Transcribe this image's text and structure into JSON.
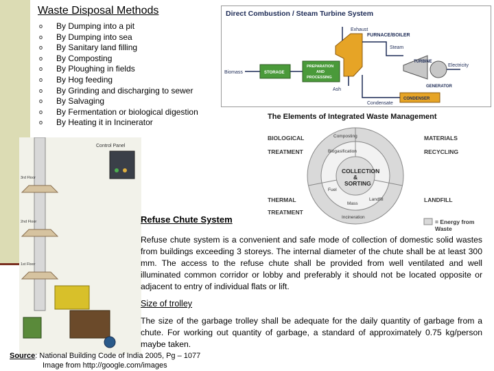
{
  "title": "Waste Disposal Methods",
  "bullet_symbol": "o",
  "methods": [
    "By Dumping into a pit",
    "By Dumping into sea",
    "By Sanitary land filling",
    "By Composting",
    "By Ploughing in fields",
    "By Hog feeding",
    "By Grinding and discharging to sewer",
    "By Salvaging",
    "By Fermentation or biological digestion",
    "By Heating it in Incinerator"
  ],
  "combustion_diagram": {
    "title": "Direct Combustion / Steam Turbine System",
    "exhaust": "Exhaust",
    "furnace": "FURNACE/BOILER",
    "steam": "Steam",
    "turbine": "TURBINE",
    "electricity": "Electricity",
    "generator": "GENERATOR",
    "biomass": "Biomass",
    "storage": "STORAGE",
    "prep1": "PREPARATION",
    "prep2": "AND",
    "prep3": "PROCESSING",
    "ash": "Ash",
    "condenser": "CONDENSER",
    "condensate": "Condensate"
  },
  "iwm_diagram": {
    "title": "The Elements of Integrated Waste Management",
    "biological": "BIOLOGICAL",
    "treatment": "TREATMENT",
    "materials": "MATERIALS",
    "recycling": "RECYCLING",
    "center1": "COLLECTION",
    "center2": "&",
    "center3": "SORTING",
    "thermal": "THERMAL",
    "treatment2": "TREATMENT",
    "landfill": "LANDFILL",
    "composting": "Composting",
    "digestion": "Biogasification",
    "fuel": "Fuel",
    "mass": "Mass",
    "landfill_gas": "Landfill",
    "incineration": "Incineration",
    "legend": "= Energy from Waste"
  },
  "chute_diagram": {
    "panel": "Control Panel",
    "floor3": "3rd Floor",
    "floor2": "2nd Floor",
    "floor1": "1st Floor"
  },
  "refuse_heading": "Refuse Chute System",
  "refuse_text": "Refuse chute system is a convenient and safe mode of collection of domestic solid wastes from buildings exceeding 3 storeys. The internal diameter of the chute shall be at least 300 mm. The access to the refuse chute shall be provided from well ventilated and well illuminated common corridor or lobby and preferably it should not be located opposite or adjacent to entry of individual flats or lift.",
  "trolley_heading": "Size of trolley",
  "trolley_text": "The size of the garbage trolley shall be adequate for the daily quantity of garbage from a chute. For working out quantity of garbage, a standard of approximately 0.75 kg/person maybe taken.",
  "source_label": "Source",
  "source_text": ": National Building Code of India 2005, Pg – 1077",
  "image_source": "Image from http://google.com/images"
}
